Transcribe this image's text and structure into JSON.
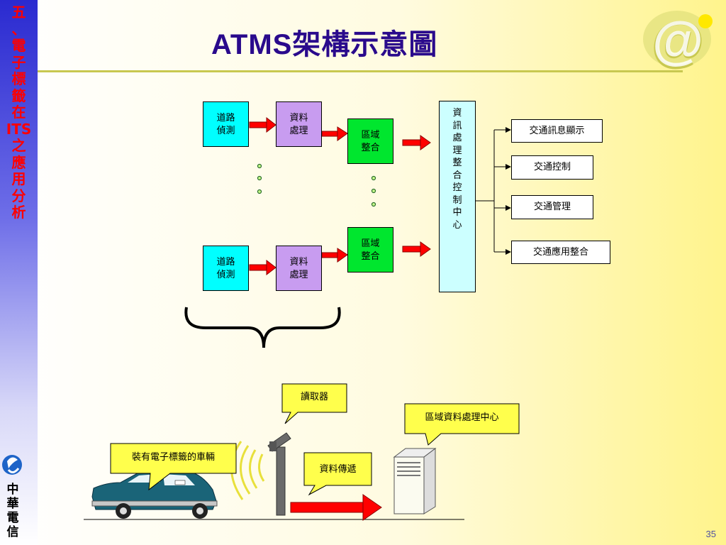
{
  "sidebar": {
    "title_chars": [
      "五",
      "、",
      "電",
      "子",
      "標",
      "籤",
      "在",
      "ITS",
      "之",
      "應",
      "用",
      "分",
      "析"
    ],
    "logo_chars": [
      "中",
      "華",
      "電",
      "信"
    ]
  },
  "title": "ATMS架構示意圖",
  "page_number": "35",
  "diagram": {
    "road_detect_top": "道路\n偵測",
    "data_proc_top": "資料\n處理",
    "region_top": "區域\n整合",
    "road_detect_bottom": "道路\n偵測",
    "data_proc_bottom": "資料\n處理",
    "region_bottom": "區域\n整合",
    "control_center_chars": [
      "資",
      "訊",
      "處",
      "理",
      "整",
      "合",
      "控",
      "制",
      "中",
      "心"
    ],
    "outputs": [
      "交通訊息顯示",
      "交通控制",
      "交通管理",
      "交通應用整合"
    ]
  },
  "scene": {
    "reader": "讀取器",
    "center": "區域資料處理中心",
    "car": "裝有電子標籤的車輛",
    "transfer": "資料傳遞"
  }
}
